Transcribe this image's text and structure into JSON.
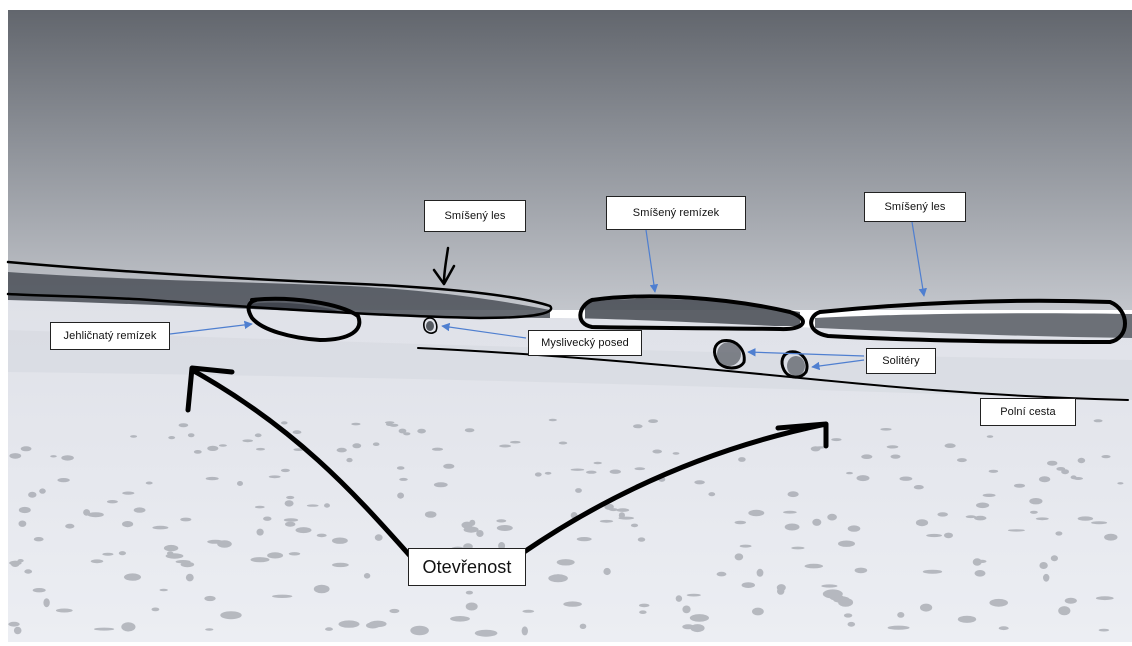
{
  "annotations": {
    "mixed_forest_left": "Smíšený les",
    "mixed_copse": "Smíšený remízek",
    "mixed_forest_right": "Smíšený les",
    "conifer_copse": "Jehličnatý remízek",
    "hunting_stand": "Myslivecký posed",
    "solitary_trees": "Solitéry",
    "field_path": "Polní cesta",
    "openness": "Otevřenost"
  },
  "colors": {
    "sky_top": "#6a6e75",
    "sky_bottom": "#b9bcc2",
    "snow": "#e6e8ee",
    "outline": "#000000",
    "arrow_blue": "#4f7fd0"
  }
}
